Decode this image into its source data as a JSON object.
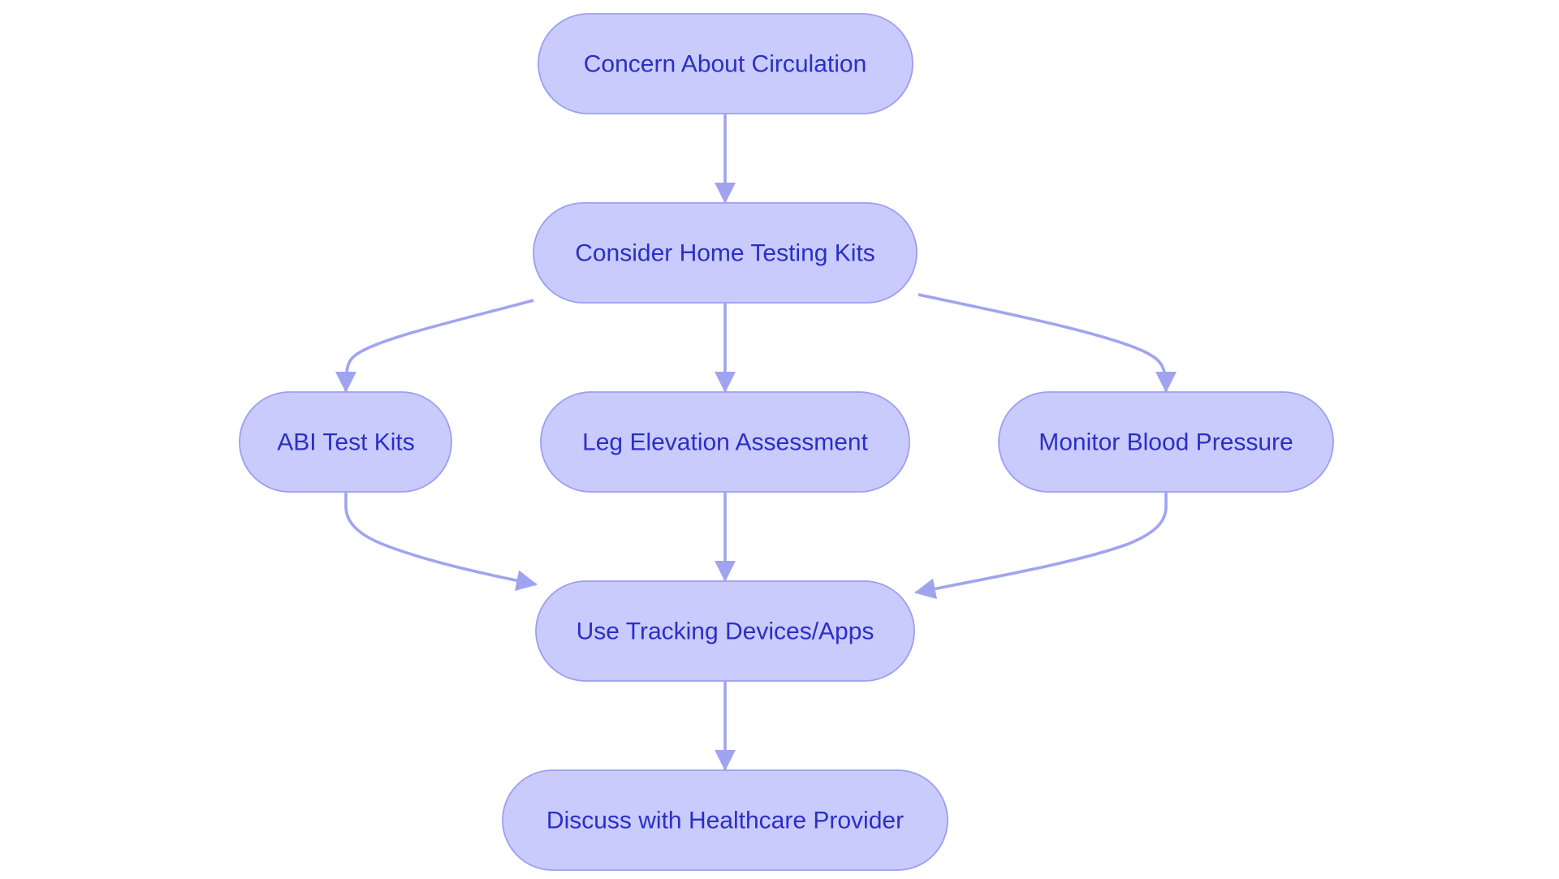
{
  "diagram": {
    "type": "flowchart",
    "colors": {
      "node_fill": "#c9cbfd",
      "node_border": "#9c9ff0",
      "node_text": "#2b2fc5",
      "edge": "#a0a4f0",
      "background": "#ffffff"
    },
    "nodes": [
      {
        "id": "concern",
        "label": "Concern About Circulation"
      },
      {
        "id": "consider",
        "label": "Consider Home Testing Kits"
      },
      {
        "id": "abi",
        "label": "ABI Test Kits"
      },
      {
        "id": "leg",
        "label": "Leg Elevation Assessment"
      },
      {
        "id": "monitor",
        "label": "Monitor Blood Pressure"
      },
      {
        "id": "tracking",
        "label": "Use Tracking Devices/Apps"
      },
      {
        "id": "discuss",
        "label": "Discuss with Healthcare Provider"
      }
    ],
    "edges": [
      {
        "from": "concern",
        "to": "consider"
      },
      {
        "from": "consider",
        "to": "abi"
      },
      {
        "from": "consider",
        "to": "leg"
      },
      {
        "from": "consider",
        "to": "monitor"
      },
      {
        "from": "abi",
        "to": "tracking"
      },
      {
        "from": "leg",
        "to": "tracking"
      },
      {
        "from": "monitor",
        "to": "tracking"
      },
      {
        "from": "tracking",
        "to": "discuss"
      }
    ]
  }
}
